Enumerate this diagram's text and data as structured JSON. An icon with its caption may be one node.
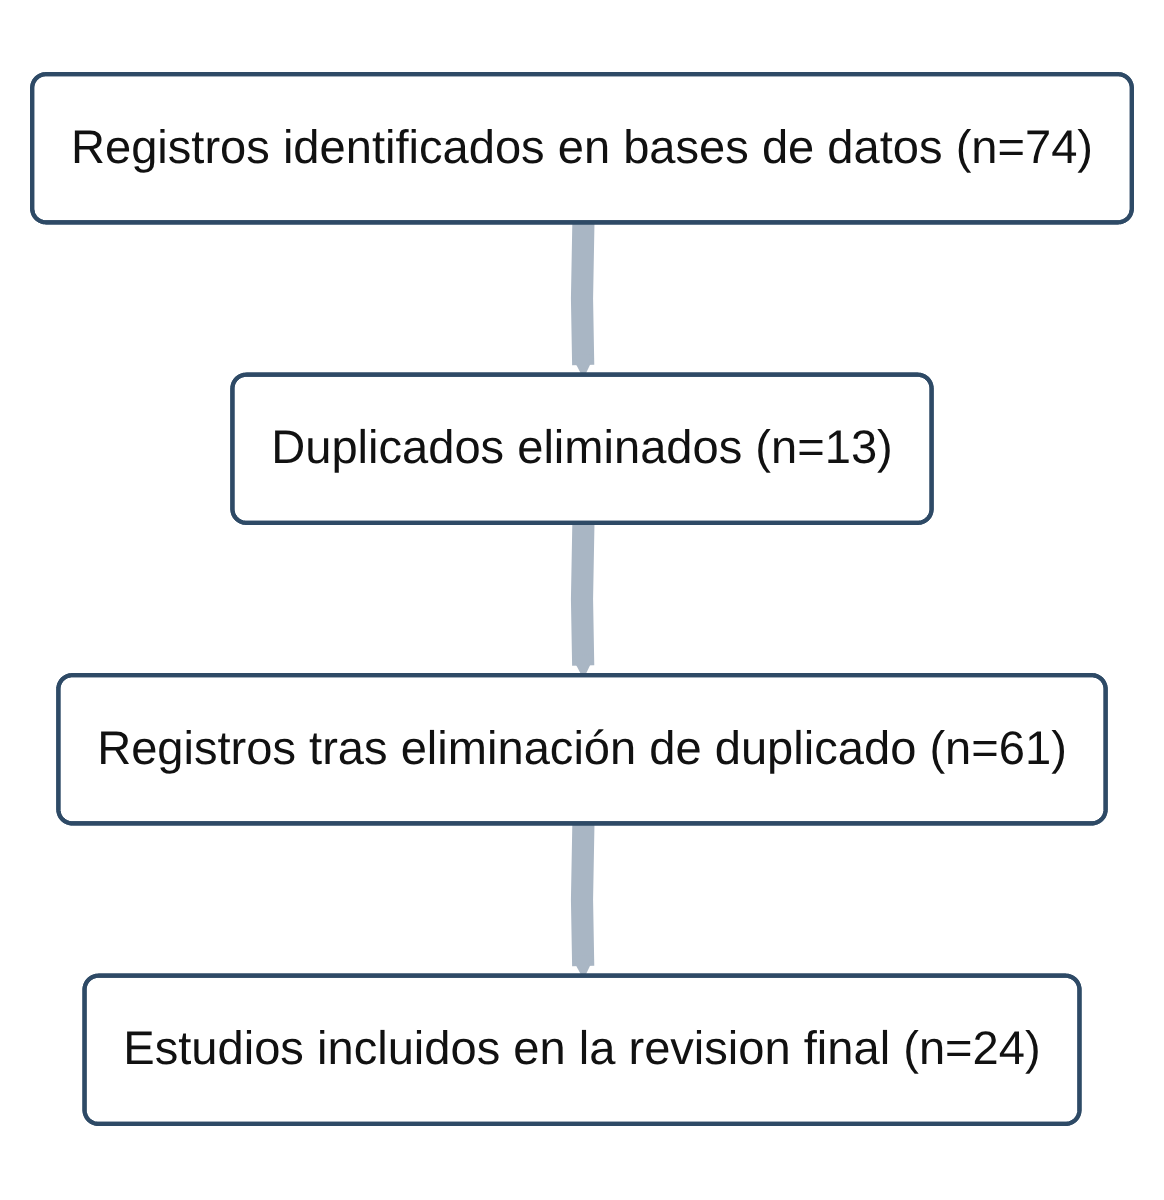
{
  "diagram": {
    "nodes": [
      {
        "text": [
          "Registros identificados en bases de datos (n=74)"
        ]
      },
      {
        "text": [
          "Duplicados eliminados (n=13)"
        ]
      },
      {
        "text": [
          "Registros tras eliminación de duplicado (n=61)"
        ]
      },
      {
        "text": [
          "Estudios incluidos en la revision final (n=24)"
        ]
      }
    ],
    "edges": [
      {
        "from": 0,
        "to": 1,
        "arrow": "to"
      },
      {
        "from": 1,
        "to": 2,
        "arrow": "to"
      },
      {
        "from": 2,
        "to": 3,
        "arrow": "to"
      }
    ]
  }
}
